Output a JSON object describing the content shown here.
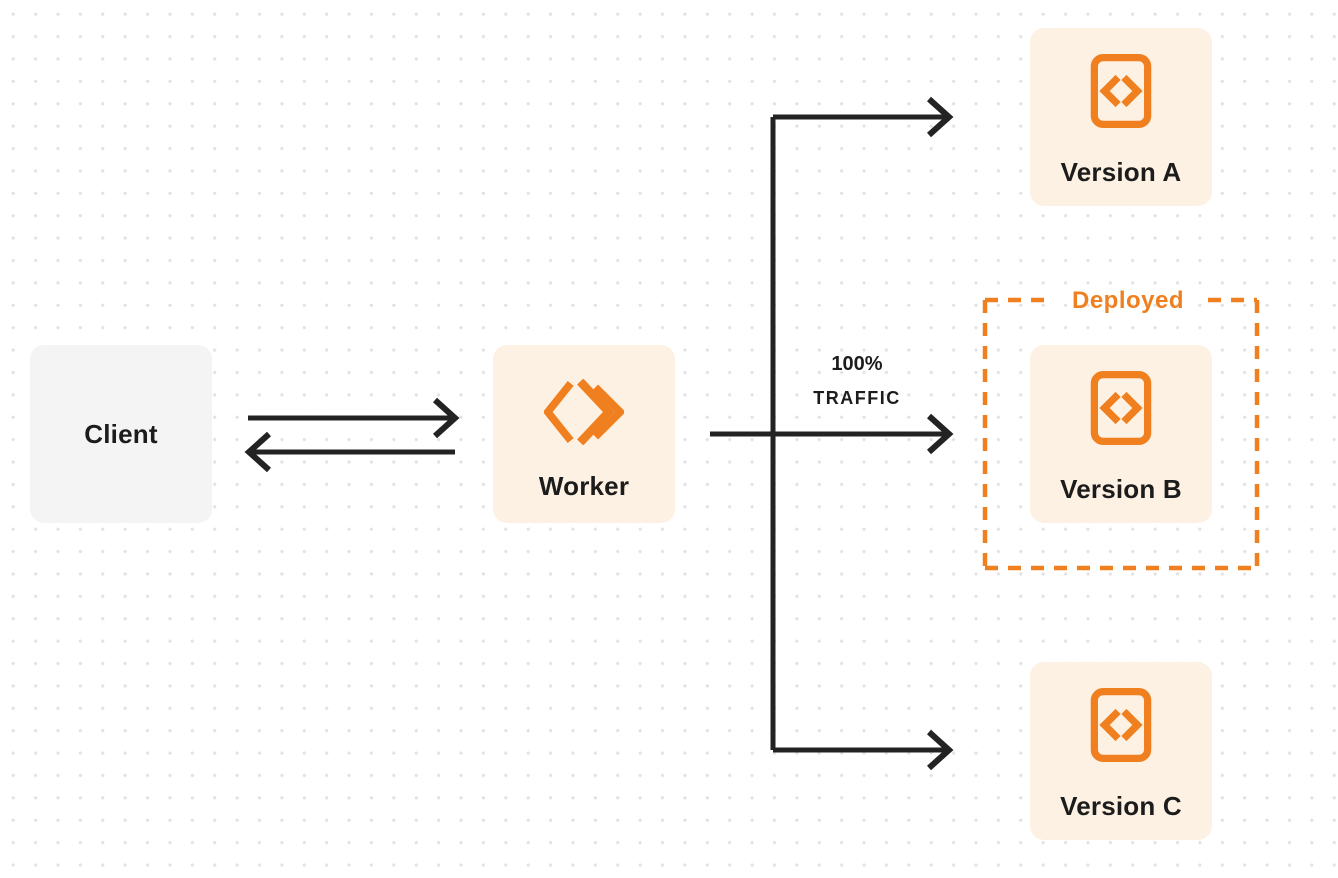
{
  "colors": {
    "accent": "#F0801F",
    "node_cream": "#FDF1E3",
    "node_gray": "#F4F4F5",
    "ink": "#232323",
    "text": "#1C1C1C",
    "dot": "#E2E2E2",
    "background": "#FFFFFF"
  },
  "nodes": {
    "client": {
      "label": "Client"
    },
    "worker": {
      "label": "Worker"
    },
    "version_a": {
      "label": "Version A"
    },
    "version_b": {
      "label": "Version B"
    },
    "version_c": {
      "label": "Version C"
    }
  },
  "annotations": {
    "deployed_badge": {
      "label": "Deployed"
    },
    "traffic_label": {
      "line1": "100%",
      "line2": "TRAFFIC"
    }
  },
  "icons": {
    "worker": "workers-chevron-icon",
    "version": "code-file-icon"
  },
  "edges": [
    {
      "from": "client",
      "to": "worker",
      "type": "bidirectional"
    },
    {
      "from": "worker",
      "to": "version_a",
      "type": "arrow"
    },
    {
      "from": "worker",
      "to": "version_b",
      "type": "arrow",
      "label": "100% TRAFFIC"
    },
    {
      "from": "worker",
      "to": "version_c",
      "type": "arrow"
    }
  ]
}
